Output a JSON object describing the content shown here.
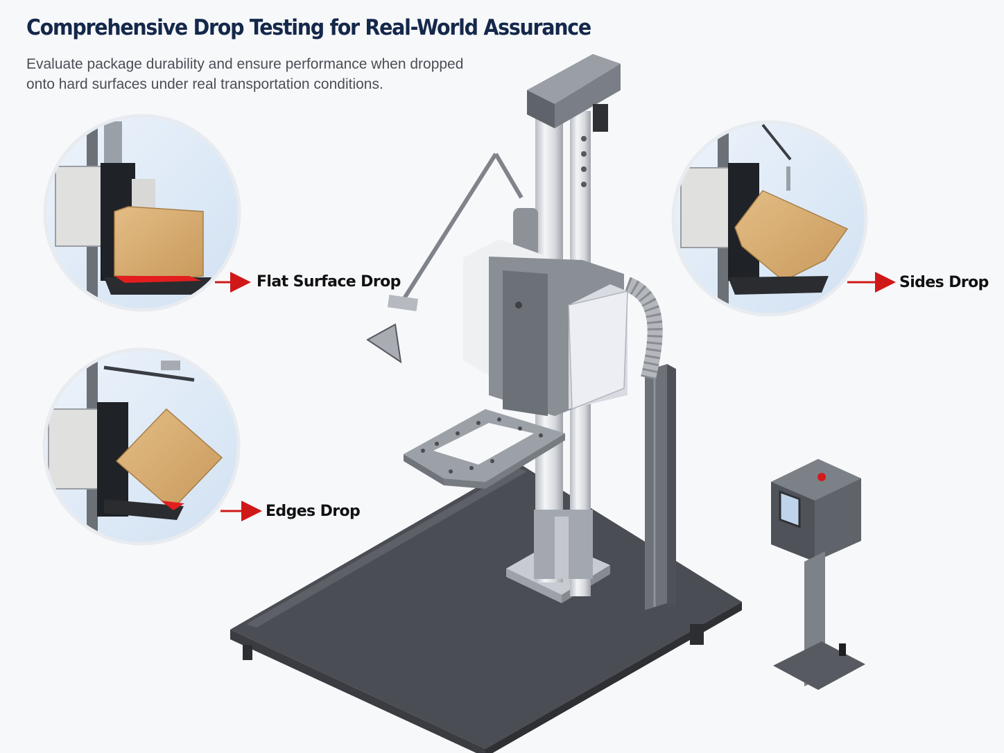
{
  "header": {
    "title": "Comprehensive Drop Testing for Real-World Assurance",
    "subtitle_line1": "Evaluate package durability and ensure performance when dropped",
    "subtitle_line2": "onto hard surfaces under real transportation conditions."
  },
  "callouts": {
    "flat": "Flat Surface Drop",
    "edges": "Edges Drop",
    "sides": "Sides Drop"
  },
  "colors": {
    "title": "#14284a",
    "arrow": "#d01818",
    "base_plate": "#55585e",
    "cardboard": "#d8ad72",
    "circle_bg": "#dbe8f5"
  }
}
